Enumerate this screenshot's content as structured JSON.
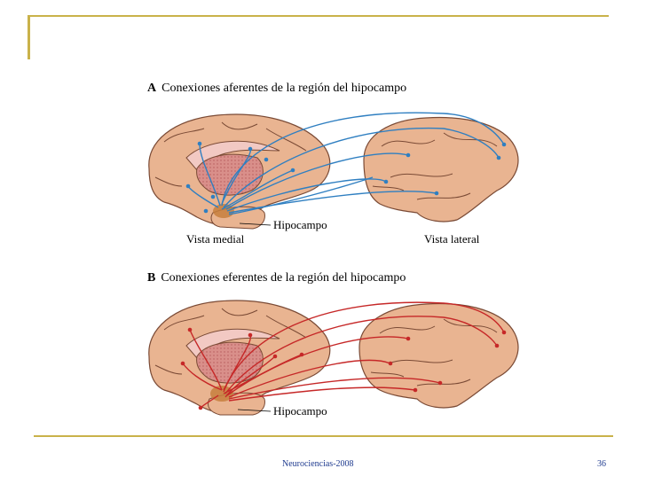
{
  "colors": {
    "frame": "#c9b24a",
    "brain": "#e9b491",
    "brain_outline": "#7a4a35",
    "afferent": "#2f7fc1",
    "efferent": "#c62828",
    "footer_text": "#1f3b8f"
  },
  "panel_a": {
    "letter": "A",
    "title": "Conexiones aferentes de la región del hipocampo",
    "hippocampus_label": "Hipocampo",
    "medial_label": "Vista medial",
    "lateral_label": "Vista lateral"
  },
  "panel_b": {
    "letter": "B",
    "title": "Conexiones eferentes de la región del hipocampo",
    "hippocampus_label": "Hipocampo"
  },
  "footer": {
    "course": "Neurociencias-2008",
    "page_number": "36"
  }
}
